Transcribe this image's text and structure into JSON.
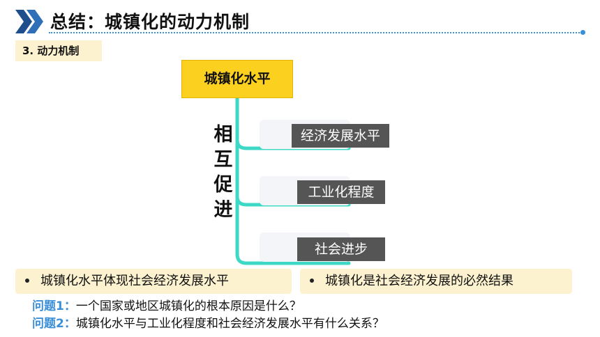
{
  "header": {
    "title": "总结：城镇化的动力机制",
    "accent_color": "#2f6fb7"
  },
  "section": {
    "label": "3. 动力机制"
  },
  "diagram": {
    "top_node": "城镇化水平",
    "vertical_label": [
      "相",
      "互",
      "促",
      "进"
    ],
    "branches": [
      "经济发展水平",
      "工业化程度",
      "社会进步"
    ],
    "colors": {
      "top_node_fill": "#fcd01f",
      "connector": "#3dd9c6",
      "branch_fill": "#555555"
    }
  },
  "cards": [
    "城镇化水平体现社会经济发展水平",
    "城镇化是社会经济发展的必然结果"
  ],
  "questions": [
    {
      "label": "问题1：",
      "text": "一个国家或地区城镇化的根本原因是什么？"
    },
    {
      "label": "问题2：",
      "text": "城镇化水平与工业化程度和社会经济发展水平有什么关系？"
    }
  ]
}
